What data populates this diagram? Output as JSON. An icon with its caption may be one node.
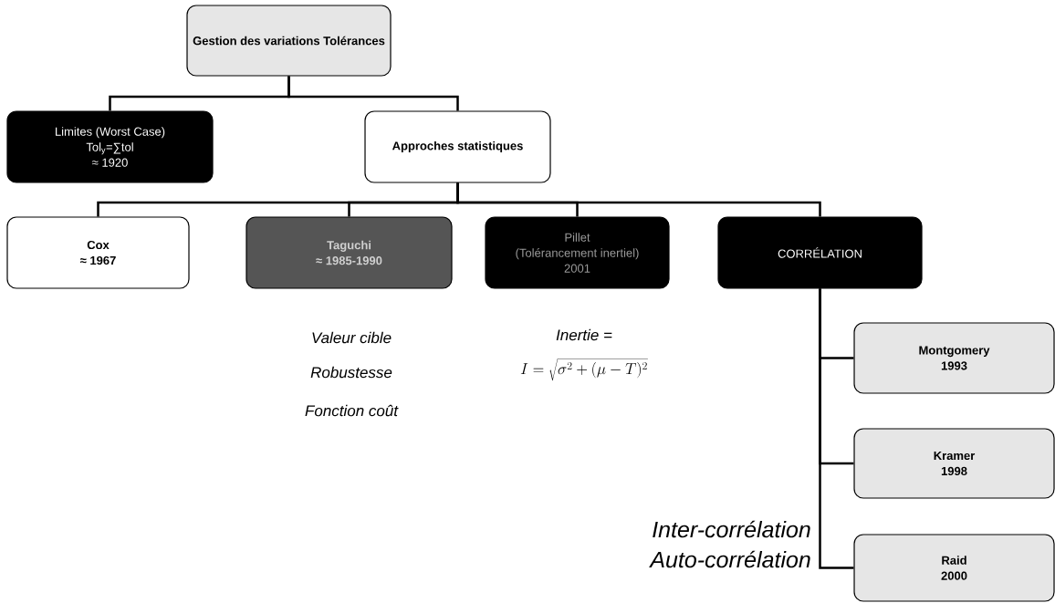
{
  "diagram": {
    "nodes": [
      {
        "text": [
          "Gestion des variations Tolérances"
        ]
      },
      {
        "text": [
          "Limites (Worst Case)",
          "Tol$_{y}$=∑tol",
          "≈ 1920"
        ]
      },
      {
        "text": [
          "Approches statistiques"
        ]
      },
      {
        "text": [
          "Cox",
          "≈ 1967"
        ]
      },
      {
        "text": [
          "Taguchi",
          "≈ 1985-1990"
        ]
      },
      {
        "text": [
          "Pillet",
          "(Tolérancement inertiel)",
          "2001"
        ]
      },
      {
        "text": [
          "CORRÉLATION"
        ]
      },
      {
        "text": [
          "Montgomery",
          "1993"
        ]
      },
      {
        "text": [
          "Kramer",
          "1998"
        ]
      },
      {
        "text": [
          "Raid",
          "2000"
        ]
      }
    ],
    "edges": [
      {
        "from": 0,
        "to": 1,
        "arrow": "none"
      },
      {
        "from": 0,
        "to": 2,
        "arrow": "none"
      },
      {
        "from": 2,
        "to": 3,
        "arrow": "none"
      },
      {
        "from": 2,
        "to": 4,
        "arrow": "none"
      },
      {
        "from": 2,
        "to": 5,
        "arrow": "none"
      },
      {
        "from": 2,
        "to": 6,
        "arrow": "none"
      },
      {
        "from": 6,
        "to": 7,
        "arrow": "none"
      },
      {
        "from": 6,
        "to": 8,
        "arrow": "none"
      },
      {
        "from": 6,
        "to": 9,
        "arrow": "none"
      }
    ],
    "labels": [
      "Valeur cible",
      "Robustesse",
      "Fonction coût",
      "Inertie =",
      "I = \\sqrt{\\sigma^{2} + (\\mu - T)^{2}}",
      "Inter-corrélation",
      "Auto-corrélation"
    ]
  }
}
